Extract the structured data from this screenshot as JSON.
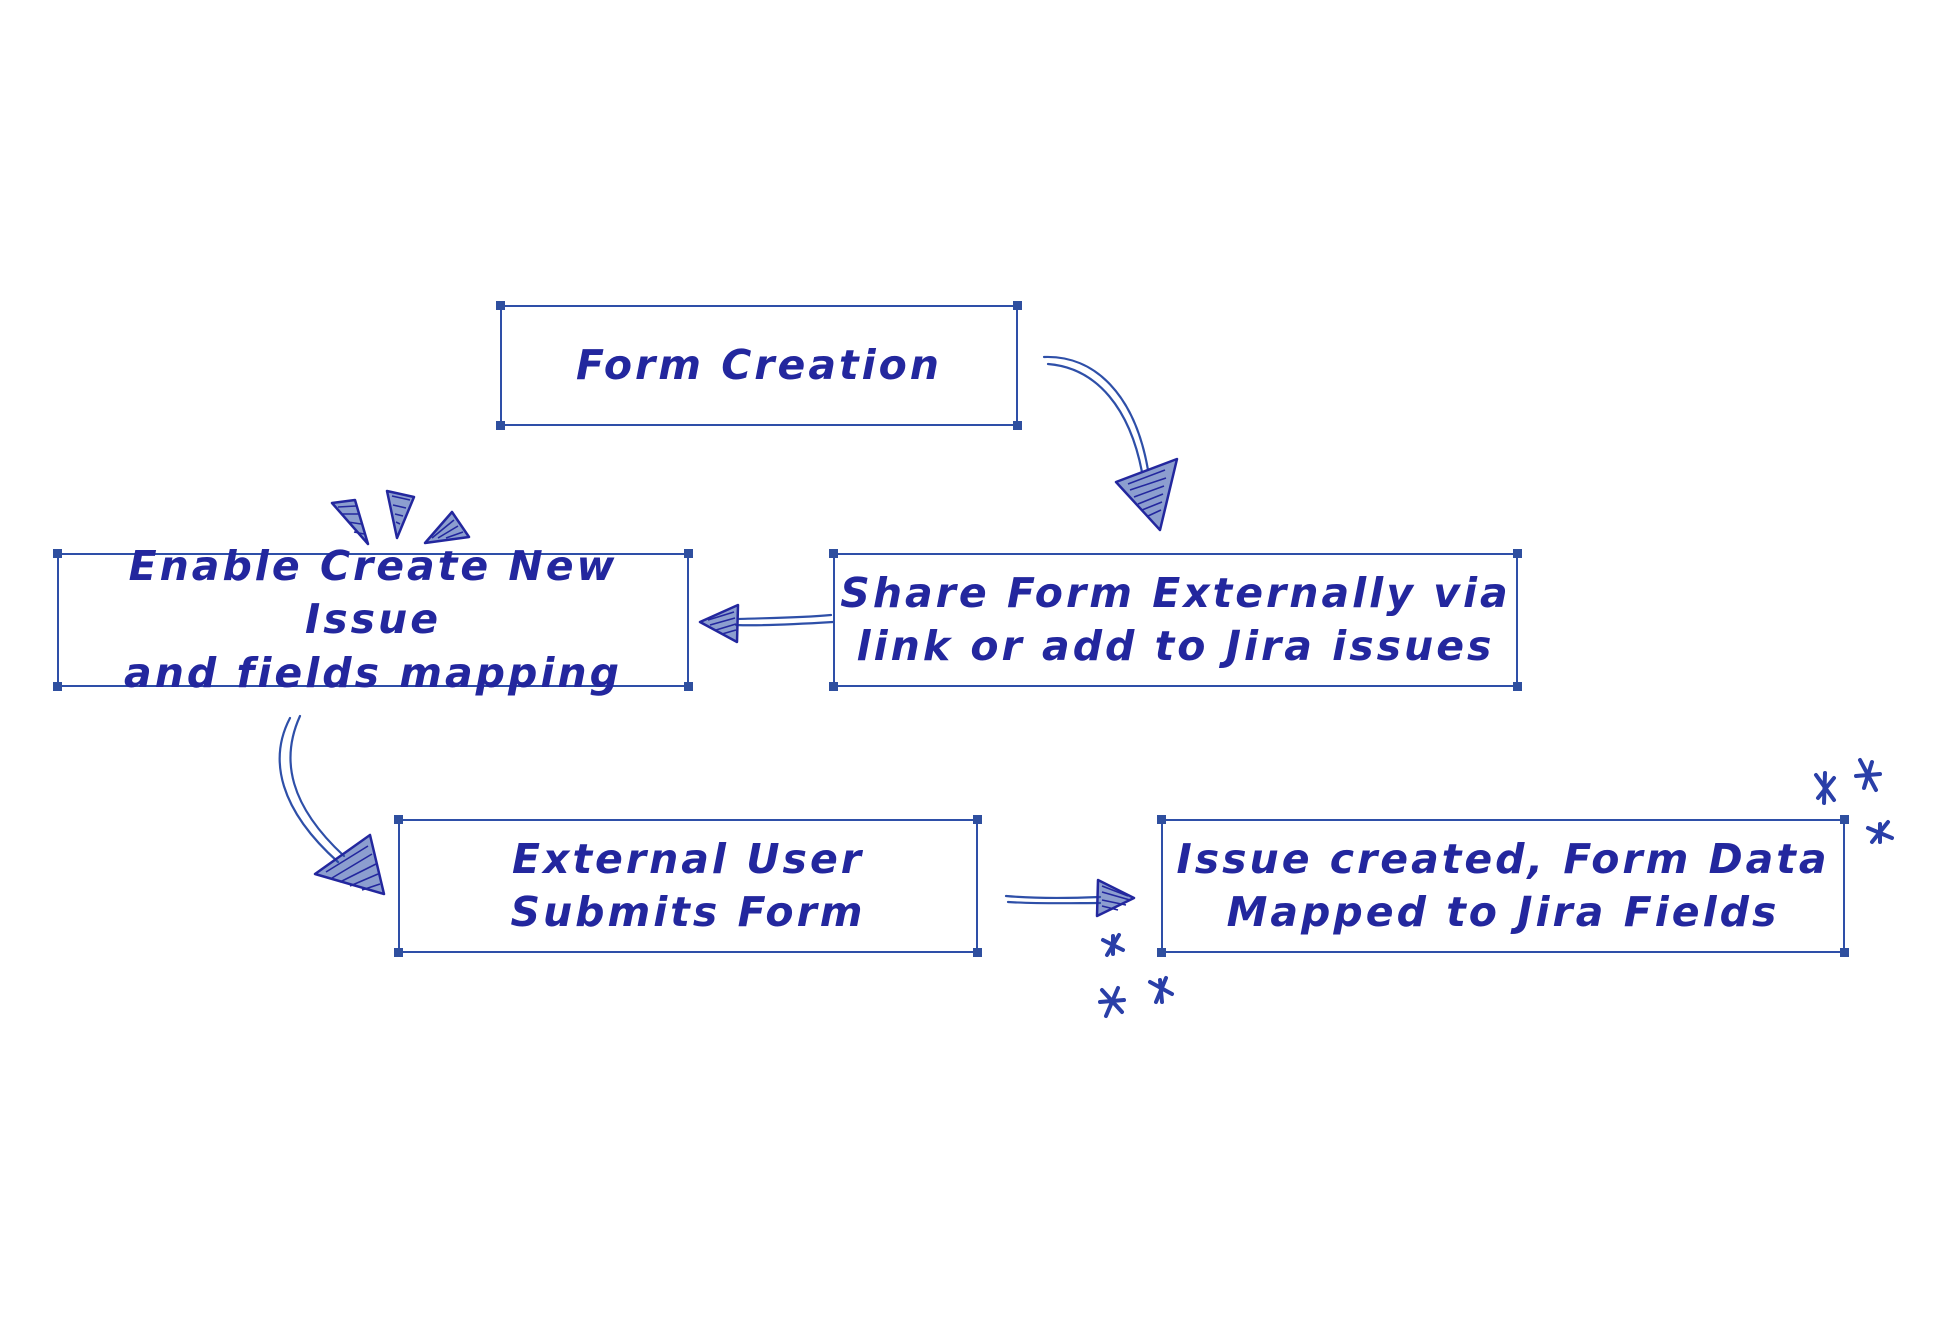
{
  "diagram": {
    "nodes": [
      {
        "id": "form-creation",
        "label": "Form Creation"
      },
      {
        "id": "share-form",
        "label": "Share Form Externally via\nlink or add to Jira issues"
      },
      {
        "id": "enable-create",
        "label": "Enable Create New Issue\nand fields mapping"
      },
      {
        "id": "external-user",
        "label": "External User\nSubmits Form"
      },
      {
        "id": "issue-created",
        "label": "Issue created, Form Data\nMapped to Jira Fields"
      }
    ],
    "edges": [
      {
        "from": "form-creation",
        "to": "share-form"
      },
      {
        "from": "share-form",
        "to": "enable-create"
      },
      {
        "from": "enable-create",
        "to": "external-user"
      },
      {
        "from": "external-user",
        "to": "issue-created"
      }
    ],
    "colors": {
      "ink": "#23279e",
      "stroke": "#2e4fa8",
      "handles": "#2f4f9f",
      "background": "#ffffff"
    }
  }
}
